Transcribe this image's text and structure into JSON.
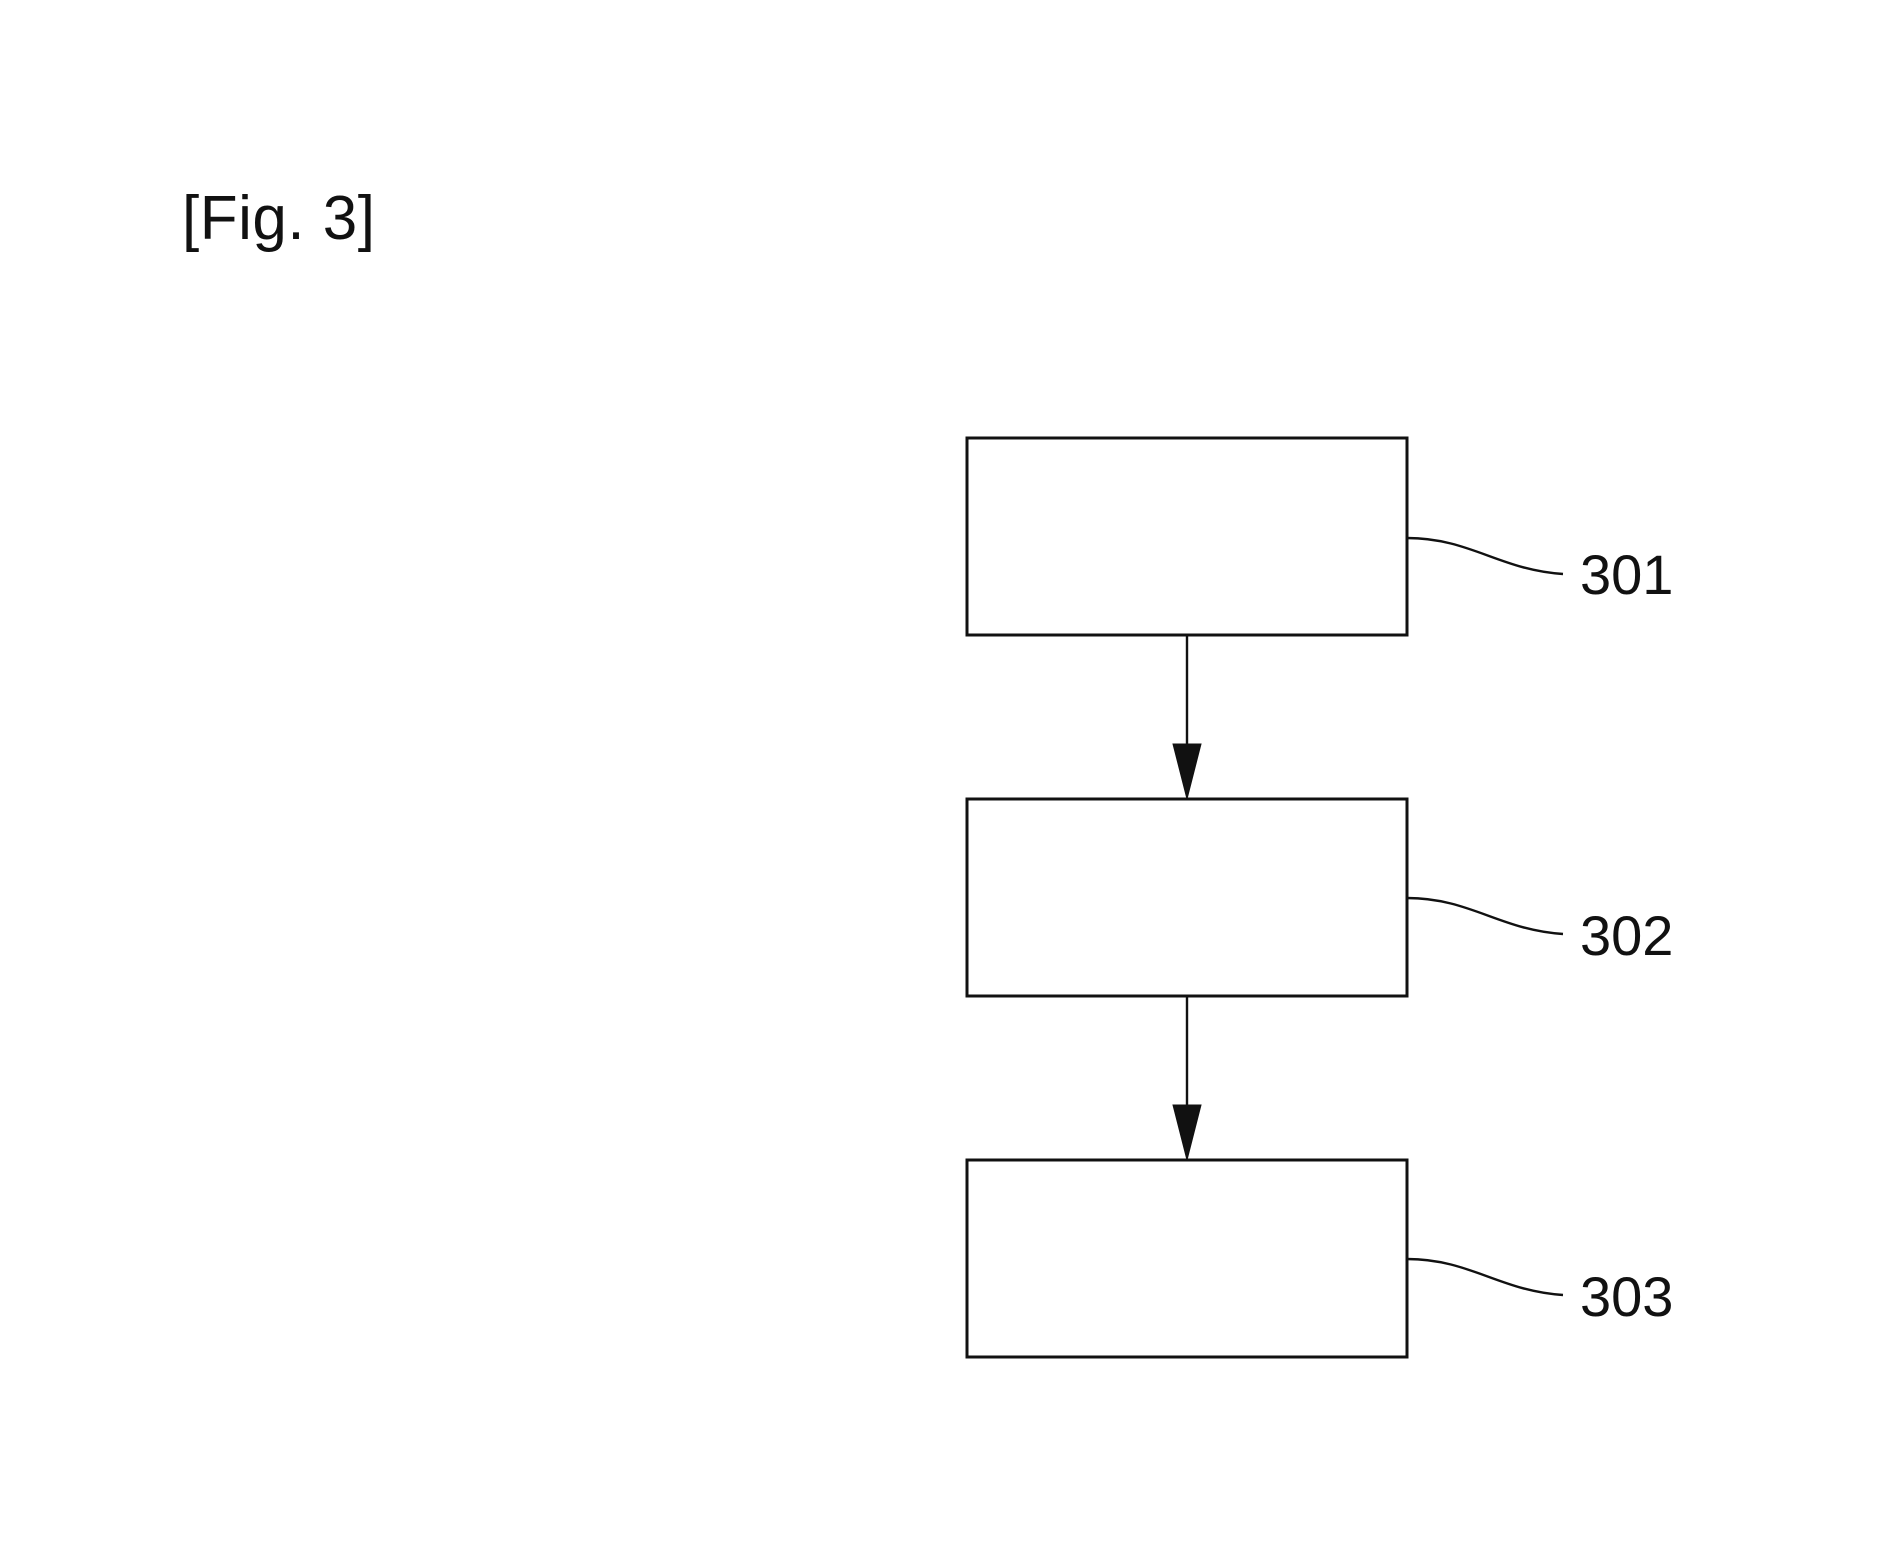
{
  "figure": {
    "label": "[Fig. 3]"
  },
  "diagram": {
    "boxes": [
      {
        "id": "box-301",
        "ref": "301"
      },
      {
        "id": "box-302",
        "ref": "302"
      },
      {
        "id": "box-303",
        "ref": "303"
      }
    ],
    "edges": [
      {
        "from": "301",
        "to": "302"
      },
      {
        "from": "302",
        "to": "303"
      }
    ]
  },
  "colors": {
    "line": "#111111",
    "background": "#ffffff"
  }
}
